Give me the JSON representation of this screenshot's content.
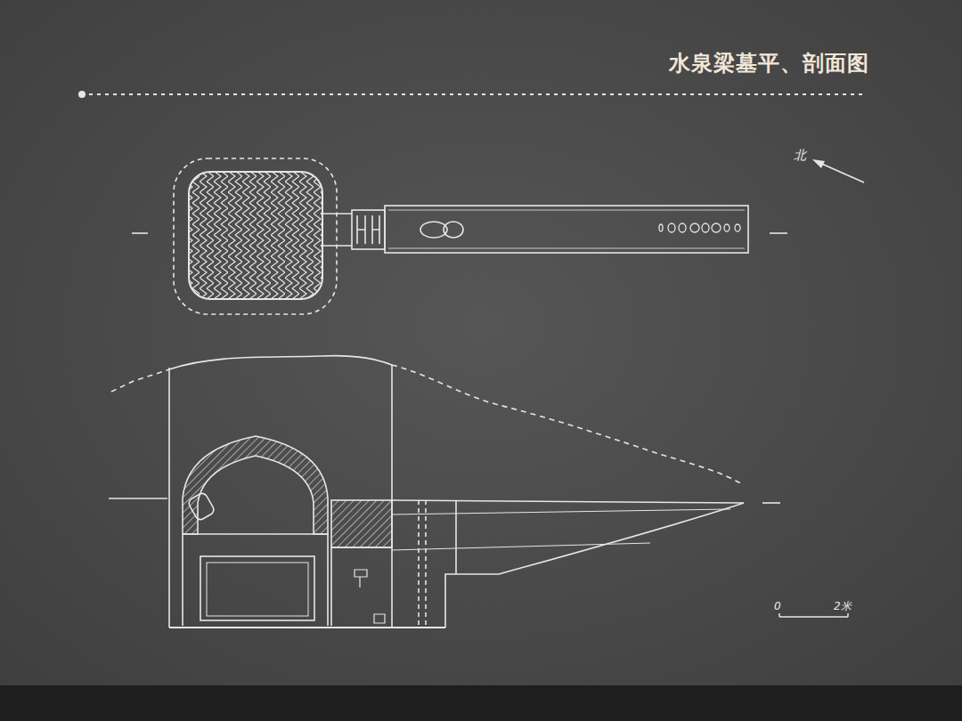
{
  "diagram": {
    "title": "水泉梁墓平、剖面图",
    "labels": [
      "北",
      "0",
      "2米"
    ]
  }
}
